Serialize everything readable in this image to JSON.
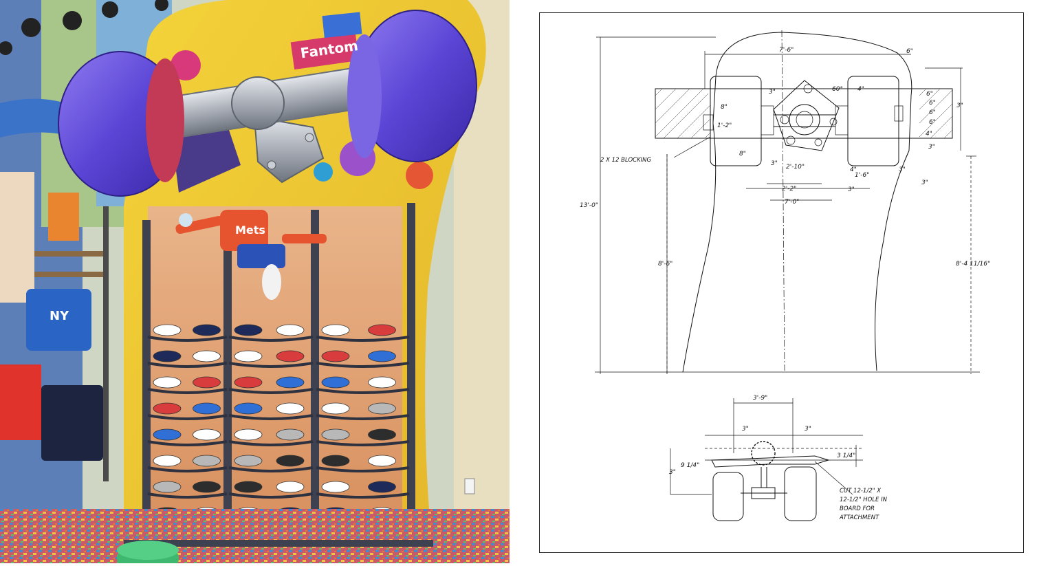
{
  "photo": {
    "shelf_rows": 8,
    "shelf_columns": 3,
    "signs": [
      "Fantom",
      "Mets"
    ],
    "jersey_text": "NY"
  },
  "drawing": {
    "dimensions": {
      "total_height": "13'-0\"",
      "left_height": "8'-6\"",
      "right_height": "8'-4 11/16\"",
      "top_width": "7'-6\"",
      "top_right": "6\"",
      "axle_width": "7'-0\"",
      "hanger_a": "2'-10\"",
      "hanger_b": "2'-2\"",
      "offset_a": "1'-6\"",
      "offset_b": "4\"",
      "small_3": "3\"",
      "small_3b": "3\"",
      "small_3c": "3\"",
      "small_3d": "3\"",
      "small_3e": "3\"",
      "small_6a": "6\"",
      "small_6b": "6\"",
      "small_6c": "6\"",
      "small_6d": "6\"",
      "small_8a": "8\"",
      "small_8b": "8\"",
      "small_4a": "4\"",
      "small_4b": "4\"",
      "small_1_2": "1'-2\"",
      "angle": "60°",
      "small_3r1": "3\"",
      "small_3r2": "3\""
    },
    "blocking_label": "2 X 12 BLOCKING",
    "detail": {
      "width": "3'-9\"",
      "left_3": "3\"",
      "right_3": "3\"",
      "left_depth": "9 1/4\"",
      "right_depth": "3 1/4\"",
      "height_3": "3\"",
      "note_lines": [
        "CUT 12-1/2\" X",
        "12-1/2\" HOLE IN",
        "BOARD FOR",
        "ATTACHMENT"
      ]
    }
  }
}
